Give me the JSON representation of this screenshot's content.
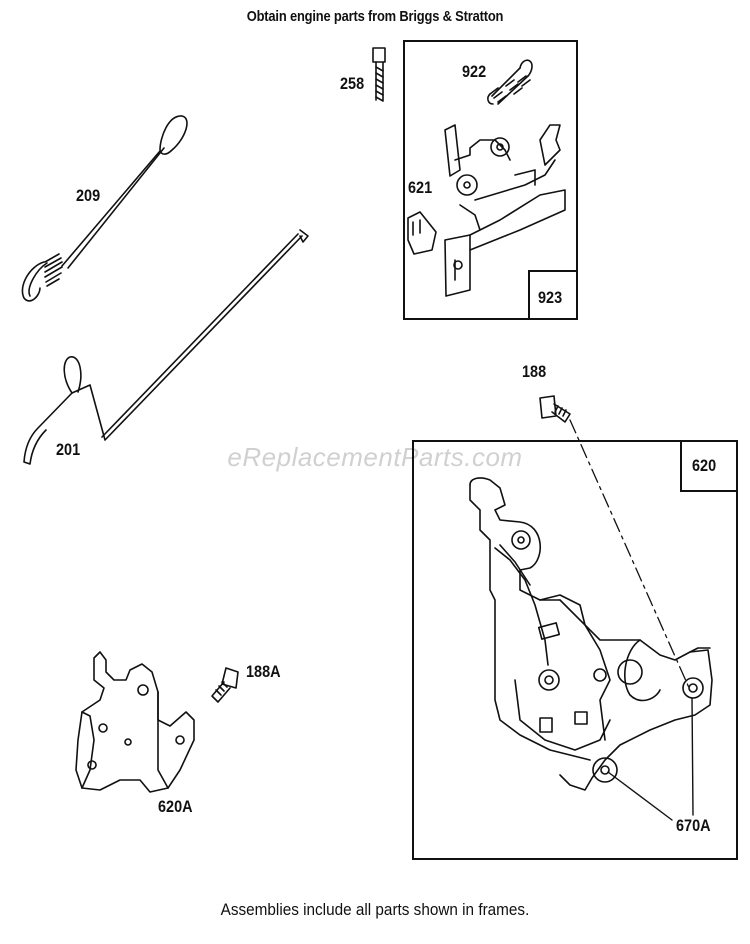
{
  "header": "Obtain engine parts from Briggs & Stratton",
  "footer": "Assemblies include all parts shown in frames.",
  "watermark": "eReplacementParts.com",
  "parts": {
    "p209": "209",
    "p201": "201",
    "p258": "258",
    "p922": "922",
    "p621": "621",
    "p923": "923",
    "p188": "188",
    "p620": "620",
    "p188a": "188A",
    "p620a": "620A",
    "p670a": "670A"
  }
}
